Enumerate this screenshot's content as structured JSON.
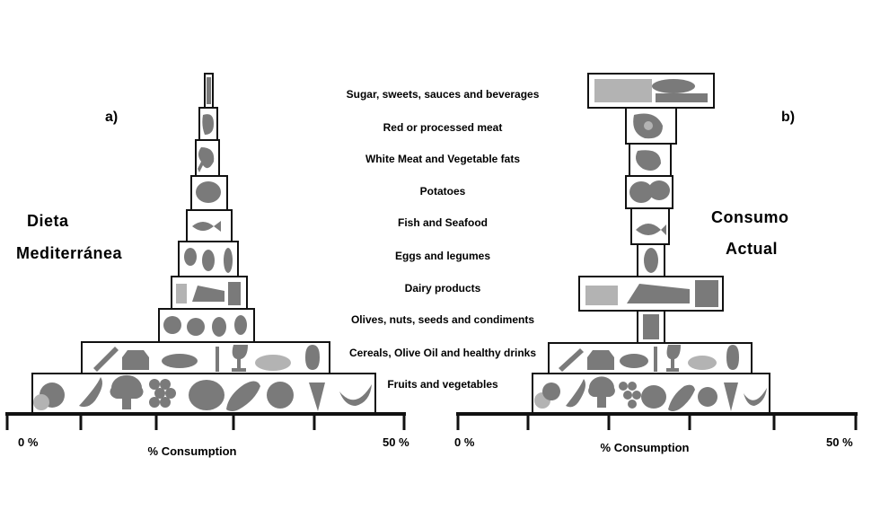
{
  "panels": {
    "left": {
      "letter": "a)",
      "title_line1": "Dieta",
      "title_line2": "Mediterránea"
    },
    "right": {
      "letter": "b)",
      "title_line1": "Consumo",
      "title_line2": "Actual"
    }
  },
  "categories": [
    "Sugar, sweets, sauces and beverages",
    "Red or processed meat",
    "White Meat  and Vegetable fats",
    "Potatoes",
    "Fish and Seafood",
    "Eggs and legumes",
    "Dairy products",
    "Olives, nuts, seeds and condiments",
    "Cereals, Olive Oil and healthy drinks",
    "Fruits and vegetables"
  ],
  "axis": {
    "min_label": "0 %",
    "max_label": "50 %",
    "title": "% Consumption"
  },
  "colors": {
    "food": "#7a7a7a",
    "outline": "#111111",
    "background": "#ffffff"
  }
}
